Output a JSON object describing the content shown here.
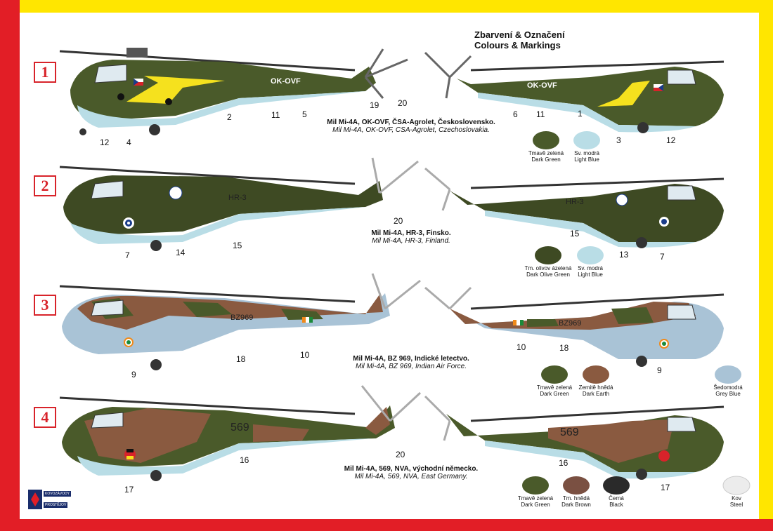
{
  "header": {
    "title_cz": "Zbarvení & Označení",
    "title_en": "Colours & Markings"
  },
  "variants": [
    {
      "number": "1",
      "registration": "OK-OVF",
      "caption_cz": "Mil Mi-4A, OK-OVF, ČSA-Agrolet, Československo.",
      "caption_en": "Mil Mi-4A, OK-OVF, CSA-Agrolet, Czechoslovakia.",
      "callouts_left": [
        "12",
        "4",
        "2",
        "11",
        "5",
        "19",
        "20"
      ],
      "callouts_right": [
        "6",
        "11",
        "1",
        "3",
        "12"
      ],
      "swatches": [
        {
          "cz": "Tmavě zelená",
          "en": "Dark Green",
          "color": "#4a5a2a"
        },
        {
          "cz": "Sv. modrá",
          "en": "Light Blue",
          "color": "#b9dde6"
        }
      ]
    },
    {
      "number": "2",
      "registration": "HR-3",
      "caption_cz": "Mil Mi-4A, HR-3, Finsko.",
      "caption_en": "Mil Mi-4A, HR-3, Finland.",
      "callouts_left": [
        "7",
        "14",
        "15",
        "20"
      ],
      "callouts_right": [
        "15",
        "13",
        "7"
      ],
      "swatches": [
        {
          "cz": "Tm. olivov ázelená",
          "en": "Dark Olive Green",
          "color": "#3e4a23"
        },
        {
          "cz": "Sv. modrá",
          "en": "Light Blue",
          "color": "#b9dde6"
        }
      ]
    },
    {
      "number": "3",
      "registration": "BZ969",
      "caption_cz": "Mil Mi-4A, BZ 969, Indické letectvo.",
      "caption_en": "Mil Mi-4A, BZ 969, Indian Air Force.",
      "callouts_left": [
        "9",
        "18",
        "10"
      ],
      "callouts_right": [
        "10",
        "18",
        "9"
      ],
      "swatches": [
        {
          "cz": "Tmavě zelená",
          "en": "Dark Green",
          "color": "#4a5a2a"
        },
        {
          "cz": "Zemitě hnědá",
          "en": "Dark Earth",
          "color": "#8a5a40"
        },
        {
          "cz": "Šedomodrá",
          "en": "Grey Blue",
          "color": "#a9c3d6"
        }
      ]
    },
    {
      "number": "4",
      "registration": "569",
      "caption_cz": "Mil Mi-4A, 569, NVA, východní německo.",
      "caption_en": "Mil Mi-4A, 569, NVA, East Germany.",
      "callouts_left": [
        "20",
        "16",
        "17"
      ],
      "callouts_right": [
        "16",
        "17"
      ],
      "swatches": [
        {
          "cz": "Tmavě zelená",
          "en": "Dark Green",
          "color": "#4a5a2a"
        },
        {
          "cz": "Tm. hnědá",
          "en": "Dark Brown",
          "color": "#7a5042"
        },
        {
          "cz": "Černá",
          "en": "Black",
          "color": "#2a2a2a"
        },
        {
          "cz": "Kov",
          "en": "Steel",
          "color": "#ececec"
        }
      ]
    }
  ],
  "logo": {
    "line1": "KOVOZÁVODY",
    "line2": "PROSTĚJOV"
  },
  "colors": {
    "frame_yellow": "#ffe600",
    "frame_red": "#e21e26",
    "accent_yellow": "#f5e11e"
  }
}
